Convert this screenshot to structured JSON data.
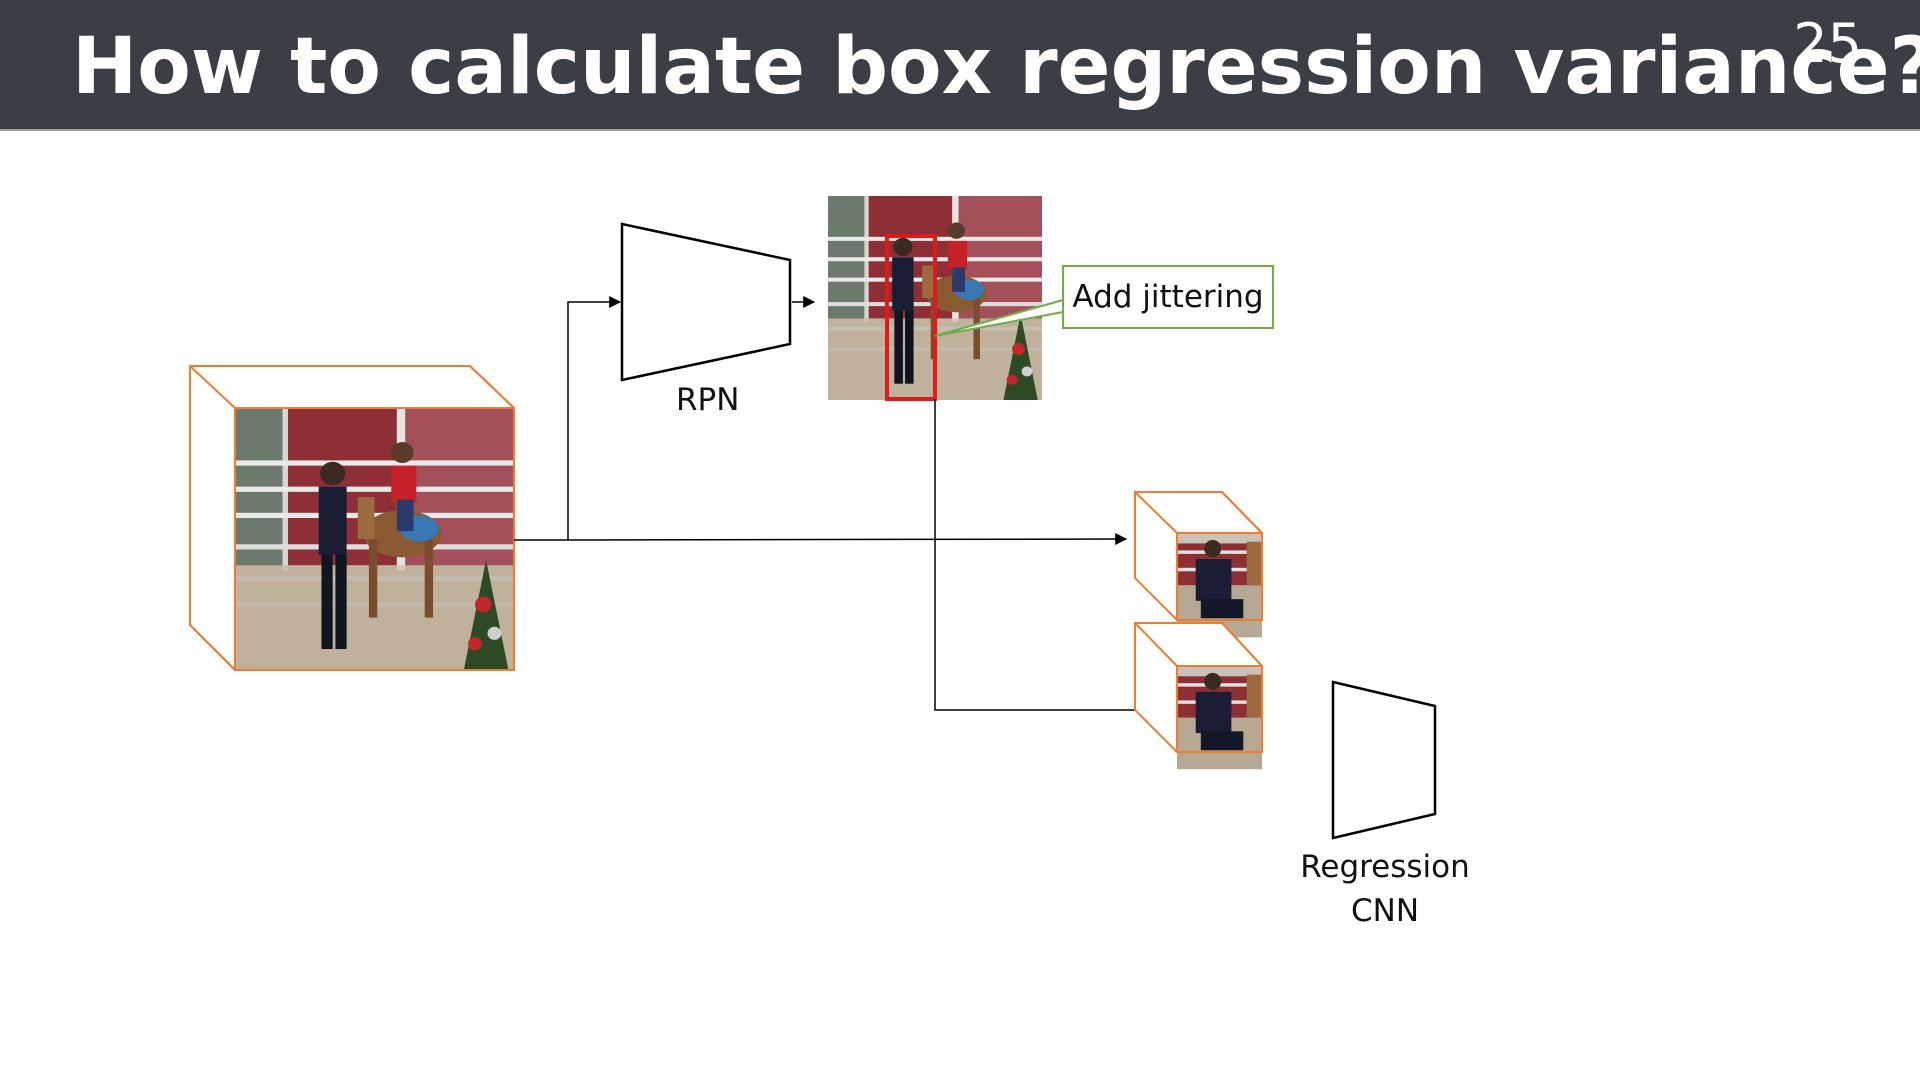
{
  "slide": {
    "title": "How to calculate box regression variance?",
    "page_number": "25"
  },
  "diagram": {
    "rpn_label": "RPN",
    "callout_text": "Add jittering",
    "regression_label_line1": "Regression",
    "regression_label_line2": "CNN"
  },
  "colors": {
    "header_bg": "#3b3e44",
    "cube_edge": "#ed7d31",
    "callout_border": "#70ad47",
    "bbox": "#e01a1a"
  }
}
